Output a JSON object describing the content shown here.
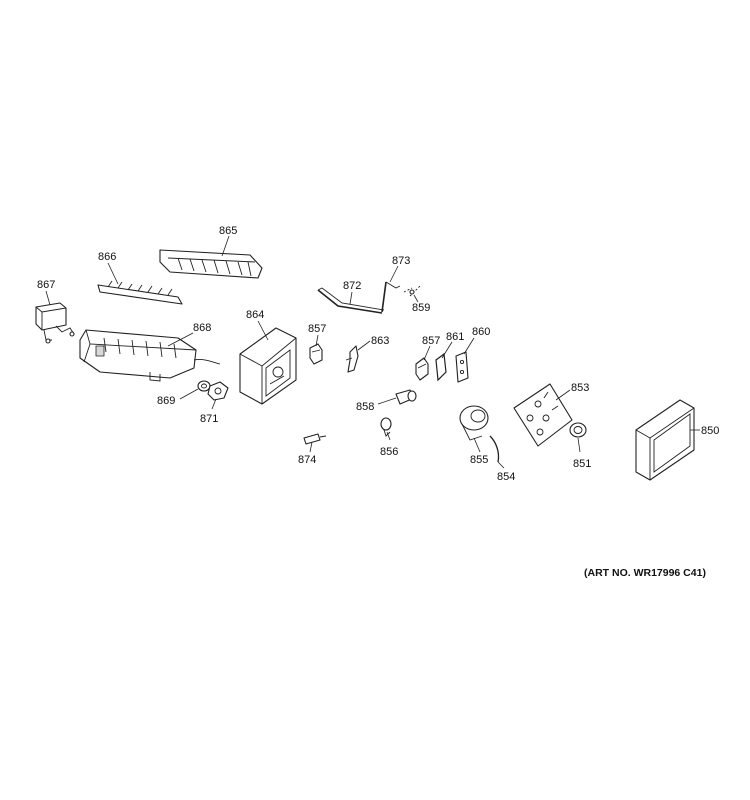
{
  "art_number": "(ART NO. WR17996 C41)",
  "parts": {
    "p850": "850",
    "p851": "851",
    "p853": "853",
    "p854": "854",
    "p855": "855",
    "p856": "856",
    "p857a": "857",
    "p857b": "857",
    "p858": "858",
    "p859": "859",
    "p860": "860",
    "p861": "861",
    "p863": "863",
    "p864": "864",
    "p865": "865",
    "p866": "866",
    "p867": "867",
    "p868": "868",
    "p869": "869",
    "p871": "871",
    "p872": "872",
    "p873": "873",
    "p874": "874"
  }
}
